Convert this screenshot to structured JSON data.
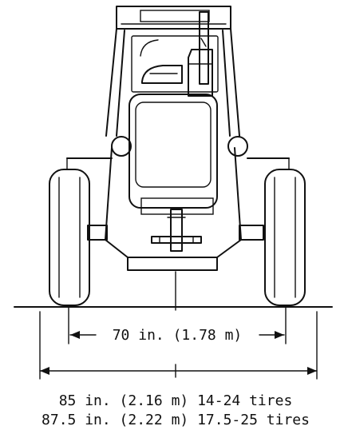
{
  "dimensions": {
    "inner_track": "70 in. (1.78 m)",
    "outer_width_lines": [
      "85 in. (2.16 m) 14-24 tires",
      "87.5 in. (2.22 m) 17.5-25 tires"
    ]
  },
  "colors": {
    "ink": "#111111",
    "background": "#ffffff"
  }
}
